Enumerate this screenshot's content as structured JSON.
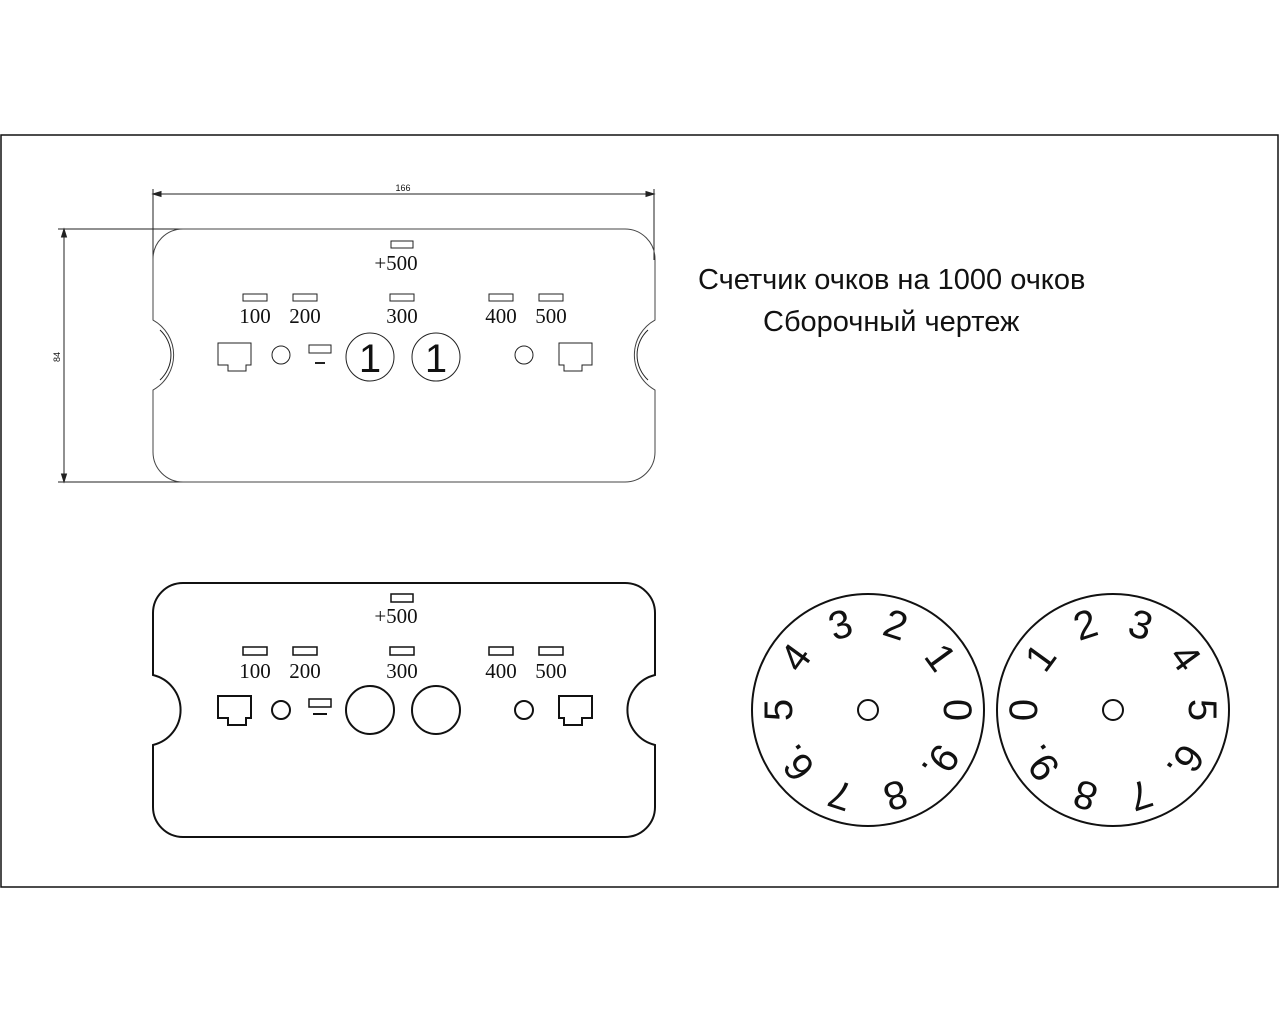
{
  "title": {
    "line1": "Счетчик очков на 1000 очков",
    "line2": "Сборочный чертеж"
  },
  "dimensions": {
    "width_value": "166",
    "height_value": "84"
  },
  "top_plate": {
    "bonus_label": "+500",
    "score_labels": [
      "100",
      "200",
      "300",
      "400",
      "500"
    ],
    "window_digits": [
      "1",
      "1"
    ]
  },
  "bottom_plate": {
    "bonus_label": "+500",
    "score_labels": [
      "100",
      "200",
      "300",
      "400",
      "500"
    ]
  },
  "dial_left": {
    "digits": [
      "0",
      "1",
      "2",
      "3",
      "4",
      "5",
      "6.",
      "7",
      "8",
      "9."
    ]
  },
  "dial_right": {
    "digits": [
      "0",
      "1",
      "2",
      "3",
      "4",
      "5",
      "6.",
      "7",
      "8",
      "9."
    ]
  },
  "colors": {
    "line": "#111111",
    "paper": "#ffffff"
  }
}
